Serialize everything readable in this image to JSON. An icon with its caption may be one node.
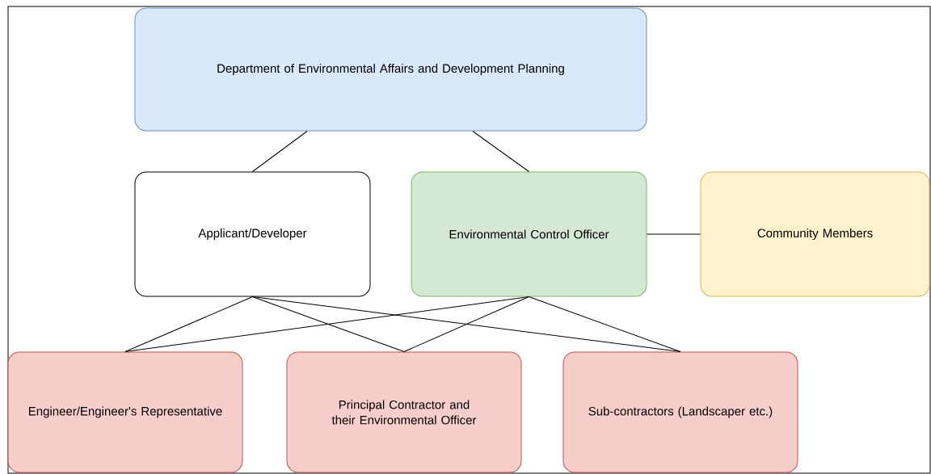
{
  "diagram": {
    "nodes": [
      {
        "text": [
          "Department of Environmental Affairs and Development Planning"
        ]
      },
      {
        "text": [
          "Applicant/Developer"
        ]
      },
      {
        "text": [
          "Environmental Control Officer"
        ]
      },
      {
        "text": [
          "Community Members"
        ]
      },
      {
        "text": [
          "Engineer/Engineer's Representative"
        ]
      },
      {
        "text": [
          "Principal Contractor and their Environmental Officer"
        ]
      },
      {
        "text": [
          "Sub-contractors (Landscaper etc.)"
        ]
      }
    ],
    "edges": [
      {
        "from": 0,
        "to": 1,
        "arrow": "none"
      },
      {
        "from": 0,
        "to": 2,
        "arrow": "none"
      },
      {
        "from": 2,
        "to": 3,
        "arrow": "none"
      },
      {
        "from": 1,
        "to": 4,
        "arrow": "none"
      },
      {
        "from": 1,
        "to": 5,
        "arrow": "none"
      },
      {
        "from": 1,
        "to": 6,
        "arrow": "none"
      },
      {
        "from": 2,
        "to": 4,
        "arrow": "none"
      },
      {
        "from": 2,
        "to": 5,
        "arrow": "none"
      },
      {
        "from": 2,
        "to": 6,
        "arrow": "none"
      }
    ]
  }
}
